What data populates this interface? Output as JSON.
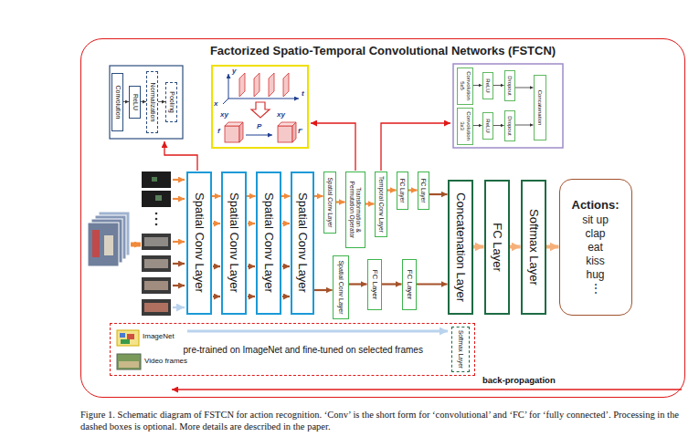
{
  "diagram": {
    "caption": "Figure 1. Schematic diagram of FSTCN for action recognition. ‘Conv’ is the short form for ‘convolutional’ and ‘FC’ for ‘fully connected’. Processing in the dashed boxes is optional. More details are described in the paper.",
    "nodes": [
      {
        "text": [
          "Factorized Spatio-Temporal Convolutional Networks (FSTCN)"
        ]
      },
      {
        "text": [
          "Convolution"
        ],
        "in": 0
      },
      {
        "text": [
          "ReLU"
        ],
        "in": 0
      },
      {
        "text": [
          "Normalization"
        ],
        "in": 0
      },
      {
        "text": [
          "Pooling"
        ],
        "in": 0
      },
      {
        "text": [
          "Convolution 5x5"
        ],
        "in": 0
      },
      {
        "text": [
          "ReLU"
        ],
        "in": 0
      },
      {
        "text": [
          "Dropout"
        ],
        "in": 0
      },
      {
        "text": [
          "Convolution 3x3"
        ],
        "in": 0
      },
      {
        "text": [
          "ReLU"
        ],
        "in": 0
      },
      {
        "text": [
          "Dropout"
        ],
        "in": 0
      },
      {
        "text": [
          "Concatenation"
        ],
        "in": 0
      },
      {
        "text": [
          "Spatial Conv Layer"
        ],
        "in": 0
      },
      {
        "text": [
          "Spatial Conv Layer"
        ],
        "in": 0
      },
      {
        "text": [
          "Spatial Conv Layer"
        ],
        "in": 0
      },
      {
        "text": [
          "Spatial Conv Layer"
        ],
        "in": 0
      },
      {
        "text": [
          "Spatial Conv Layer"
        ],
        "in": 0
      },
      {
        "text": [
          "Transformation & Permutation Operator"
        ],
        "in": 0
      },
      {
        "text": [
          "Temporal Conv Layer"
        ],
        "in": 0
      },
      {
        "text": [
          "FC Layer"
        ],
        "in": 0
      },
      {
        "text": [
          "FC Layer"
        ],
        "in": 0
      },
      {
        "text": [
          "Spatial Conv Layer"
        ],
        "in": 0
      },
      {
        "text": [
          "FC Layer"
        ],
        "in": 0
      },
      {
        "text": [
          "FC Layer"
        ],
        "in": 0
      },
      {
        "text": [
          "Concatenation Layer"
        ],
        "in": 0
      },
      {
        "text": [
          "FC Layer"
        ],
        "in": 0
      },
      {
        "text": [
          "Softmax Layer"
        ],
        "in": 0
      },
      {
        "text": [
          "Actions:",
          "sit up",
          "clap",
          "eat",
          "kiss",
          "hug",
          "⋮"
        ],
        "in": 0
      },
      {
        "text": [
          "pre-trained on ImageNet and fine-tuned on selected frames"
        ],
        "in": 0
      },
      {
        "text": [
          "Softmax Layer"
        ],
        "in": 28
      }
    ],
    "edges": [
      {
        "from": 1,
        "to": 2,
        "arrow": "to"
      },
      {
        "from": 2,
        "to": 3,
        "arrow": "to"
      },
      {
        "from": 3,
        "to": 4,
        "arrow": "to"
      },
      {
        "from": 5,
        "to": 6,
        "arrow": "to"
      },
      {
        "from": 6,
        "to": 7,
        "arrow": "to"
      },
      {
        "from": 8,
        "to": 9,
        "arrow": "to"
      },
      {
        "from": 9,
        "to": 10,
        "arrow": "to"
      },
      {
        "from": 7,
        "to": 11,
        "arrow": "to"
      },
      {
        "from": 10,
        "to": 11,
        "arrow": "to"
      },
      {
        "from": 12,
        "to": 13,
        "arrow": "to"
      },
      {
        "from": 13,
        "to": 14,
        "arrow": "to"
      },
      {
        "from": 14,
        "to": 15,
        "arrow": "to"
      },
      {
        "from": 15,
        "to": 16,
        "arrow": "to"
      },
      {
        "from": 16,
        "to": 17,
        "arrow": "to"
      },
      {
        "from": 17,
        "to": 18,
        "arrow": "to"
      },
      {
        "from": 18,
        "to": 19,
        "arrow": "to"
      },
      {
        "from": 19,
        "to": 20,
        "arrow": "to"
      },
      {
        "from": 15,
        "to": 21,
        "arrow": "to"
      },
      {
        "from": 21,
        "to": 22,
        "arrow": "to"
      },
      {
        "from": 22,
        "to": 23,
        "arrow": "to"
      },
      {
        "from": 20,
        "to": 24,
        "arrow": "to"
      },
      {
        "from": 23,
        "to": 24,
        "arrow": "to"
      },
      {
        "from": 24,
        "to": 25,
        "arrow": "to"
      },
      {
        "from": 25,
        "to": 26,
        "arrow": "to"
      },
      {
        "from": 26,
        "to": 27,
        "arrow": "to"
      }
    ],
    "labels": [
      "y",
      "t",
      "x",
      "xy",
      "xy",
      "P",
      "f",
      "f'",
      "ImageNet",
      "Video frames",
      "back-propagation"
    ]
  }
}
